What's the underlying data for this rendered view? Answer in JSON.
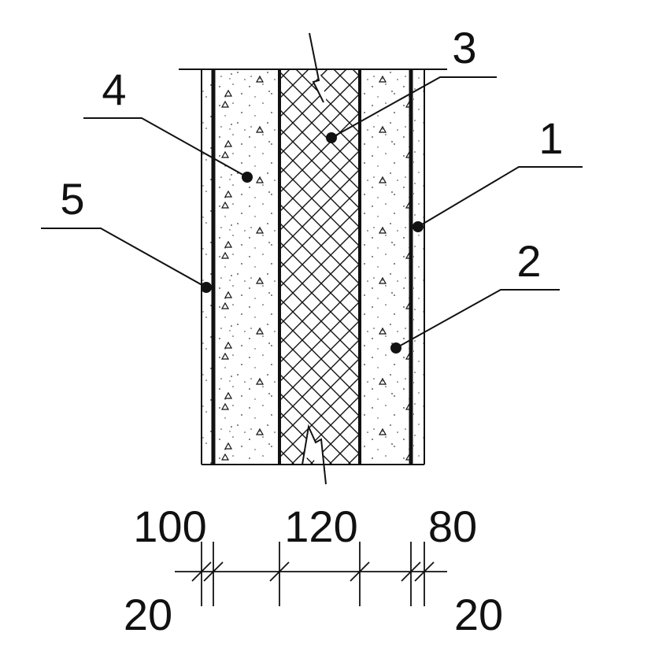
{
  "callouts": {
    "c1": "1",
    "c2": "2",
    "c3": "3",
    "c4": "4",
    "c5": "5"
  },
  "dimensions": {
    "top": [
      "100",
      "120",
      "80"
    ],
    "bottom_left": "20",
    "bottom_right": "20"
  },
  "colors": {
    "line": "#111111",
    "background": "#ffffff"
  }
}
